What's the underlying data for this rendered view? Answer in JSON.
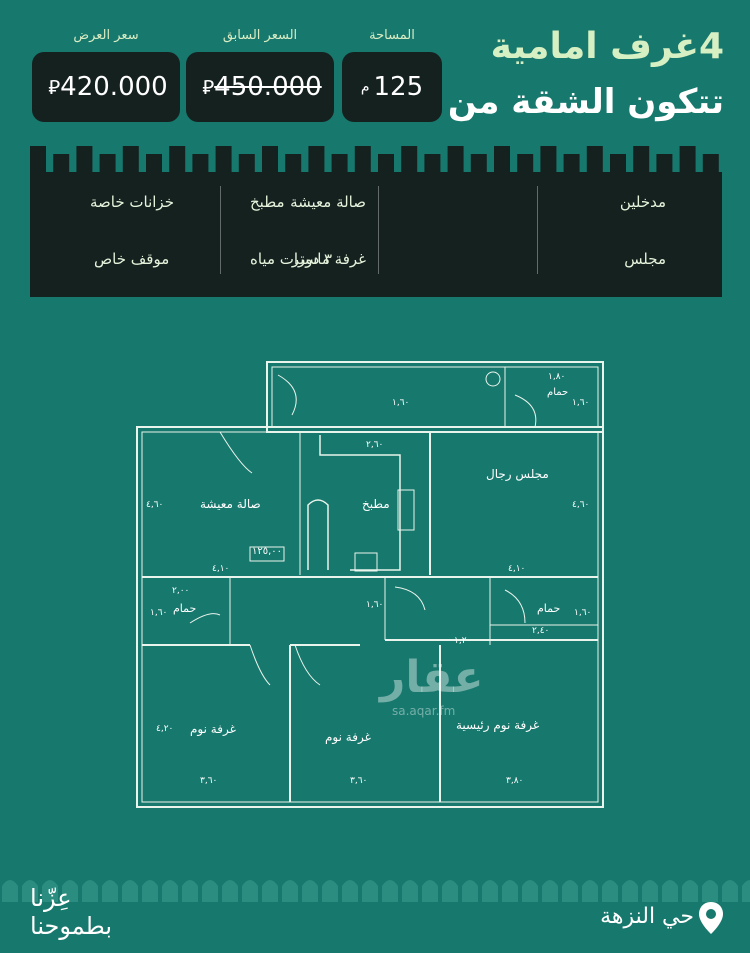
{
  "header": {
    "title_line1": "4غرف امامية",
    "title_line2": "تتكون الشقة من"
  },
  "prices": {
    "area_label": "المساحة",
    "area_value": "125",
    "area_unit": "م",
    "previous_label": "السعر السابق",
    "previous_value": "450.000",
    "offer_label": "سعر العرض",
    "offer_value": "420.000",
    "currency_symbol": "⃁"
  },
  "features": [
    {
      "text": "مدخلين"
    },
    {
      "text": "صالة معيشة"
    },
    {
      "text": "مطبخ"
    },
    {
      "text": "خزانات خاصة"
    },
    {
      "text": "مجلس"
    },
    {
      "text": "غرفة ماستر"
    },
    {
      "text": "٣ دورات مياه"
    },
    {
      "text": "موقف خاص"
    }
  ],
  "floorplan": {
    "living_room": "صالة معيشة",
    "kitchen": "مطبخ",
    "majlis": "مجلس رجال",
    "bath": "حمام",
    "bedroom": "غرفة نوم",
    "master_bedroom": "غرفة نوم رئيسية",
    "area_tag": "١٢٥,٠٠",
    "dims": {
      "living_h": "٤,٦٠",
      "living_w": "٤,١٠",
      "majlis_h": "٤,٦٠",
      "majlis_w": "٤,١٠",
      "kitchen_w": "٢,٦٠",
      "top_entry": "١,٦٠",
      "top_bath_w": "١,٨٠",
      "top_bath_h": "١,٦٠",
      "left_bath_w": "٢,٠٠",
      "left_bath_h": "١,٦٠",
      "corridor_h": "١,٦٠",
      "corridor_w": "١,٢٠",
      "right_bath_w": "٢,٤٠",
      "right_bath_h": "١,٦٠",
      "bed1_w": "٣,٦٠",
      "bed2_w": "٣,٦٠",
      "bed3_w": "٣,٨٠",
      "bed_h": "٤,٢٠"
    }
  },
  "watermark": {
    "arabic": "عقار",
    "url": "sa.aqar.fm"
  },
  "footer": {
    "location": "حي النزهة",
    "brand_line1": "عِزّنا",
    "brand_line2": "بطموحنا"
  },
  "colors": {
    "background": "#17786d",
    "panel": "#15211f",
    "accent_text": "#d9ecc4"
  }
}
